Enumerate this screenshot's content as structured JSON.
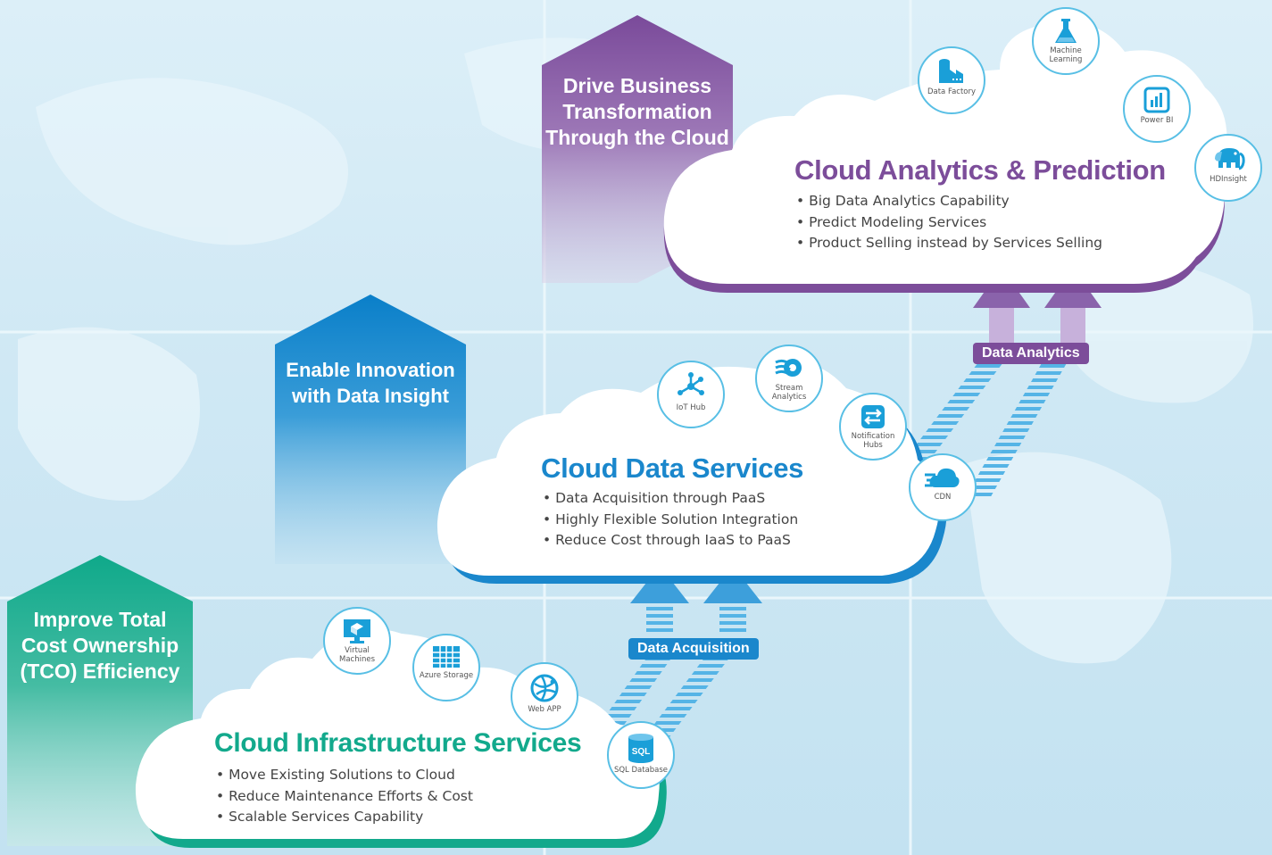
{
  "banners": {
    "tco": "Improve Total Cost Ownership (TCO) Efficiency",
    "innovation": "Enable Innovation with Data Insight",
    "transformation": "Drive Business Transformation Through the Cloud"
  },
  "clouds": {
    "infrastructure": {
      "title": "Cloud Infrastructure Services",
      "bullets": [
        "Move Existing Solutions to Cloud",
        "Reduce Maintenance Efforts & Cost",
        "Scalable Services Capability"
      ]
    },
    "data": {
      "title": "Cloud Data Services",
      "bullets": [
        "Data Acquisition through PaaS",
        "Highly Flexible Solution Integration",
        "Reduce Cost through IaaS to PaaS"
      ]
    },
    "analytics": {
      "title": "Cloud Analytics & Prediction",
      "bullets": [
        "Big Data Analytics Capability",
        "Predict Modeling Services",
        "Product Selling instead by Services Selling"
      ]
    }
  },
  "services": {
    "virtual_machines": "Virtual Machines",
    "azure_storage": "Azure Storage",
    "web_app": "Web APP",
    "sql_database": "SQL Database",
    "sql_icon_text": "SQL",
    "iot_hub": "IoT Hub",
    "stream_analytics": "Stream Analytics",
    "notification_hubs": "Notification Hubs",
    "cdn": "CDN",
    "data_factory": "Data Factory",
    "machine_learning": "Machine Learning",
    "power_bi": "Power BI",
    "hdinsight": "HDInsight"
  },
  "tags": {
    "data_acquisition": "Data Acquisition",
    "data_analytics": "Data Analytics"
  },
  "colors": {
    "green": "#12a98c",
    "blue": "#1a87cc",
    "purple": "#7c4d9a",
    "icon_blue": "#1a9fd8",
    "arrow_blue": "#4aa6db"
  }
}
